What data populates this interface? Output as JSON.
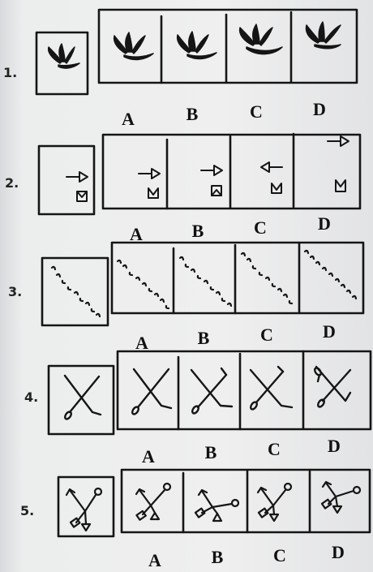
{
  "questions": [
    {
      "number": "1.",
      "options": [
        "A",
        "B",
        "C",
        "D"
      ]
    },
    {
      "number": "2.",
      "options": [
        "A",
        "B",
        "C",
        "D"
      ]
    },
    {
      "number": "3.",
      "options": [
        "A",
        "B",
        "C",
        "D"
      ]
    },
    {
      "number": "4.",
      "options": [
        "A",
        "B",
        "C",
        "D"
      ]
    },
    {
      "number": "5.",
      "options": [
        "A",
        "B",
        "C",
        "D"
      ]
    }
  ]
}
